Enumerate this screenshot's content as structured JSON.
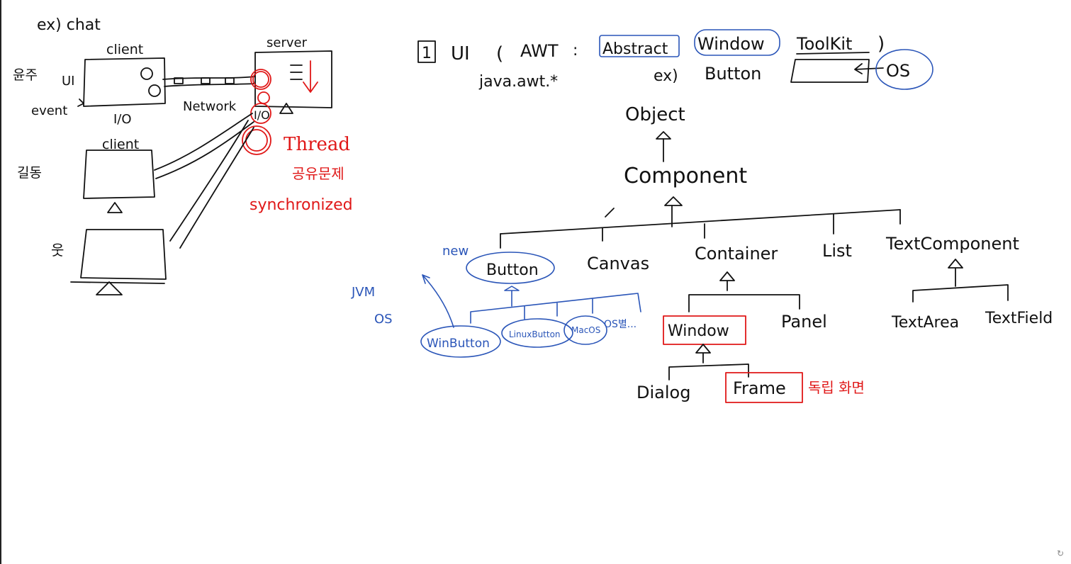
{
  "chat_diagram": {
    "title": "ex) chat",
    "client_top_label": "client",
    "server_label": "server",
    "user1_label": "윤주",
    "ui_label": "UI",
    "event_label": "event",
    "io_label": "I/O",
    "network_label": "Network",
    "client2_label": "client",
    "user2_label": "길동",
    "server_io_label": "I/O",
    "thread_label": "Thread",
    "share_problem_label": "공유문제",
    "synchronized_label": "synchronized"
  },
  "awt_heading": {
    "number": "1",
    "ui": "UI",
    "awt": "AWT",
    "abstract": "Abstract",
    "window": "Window",
    "toolkit": "ToolKit",
    "package": "java.awt.*",
    "example": "ex)",
    "button": "Button",
    "os": "OS"
  },
  "hierarchy": {
    "object": "Object",
    "component": "Component",
    "children": [
      "Button",
      "Canvas",
      "Container",
      "List",
      "TextComponent"
    ],
    "new_label": "new",
    "jvm_label": "JVM",
    "os_label": "OS",
    "button_impls": [
      "WinButton",
      "LinuxButton",
      "MacOS",
      "OS별..."
    ],
    "container_children": [
      "Window",
      "Panel"
    ],
    "window_children": [
      "Dialog",
      "Frame"
    ],
    "frame_note": "독립 화면",
    "text_children": [
      "TextArea",
      "TextField"
    ]
  },
  "colors": {
    "ink": "#111111",
    "red": "#e01818",
    "blue": "#2a55b8"
  }
}
